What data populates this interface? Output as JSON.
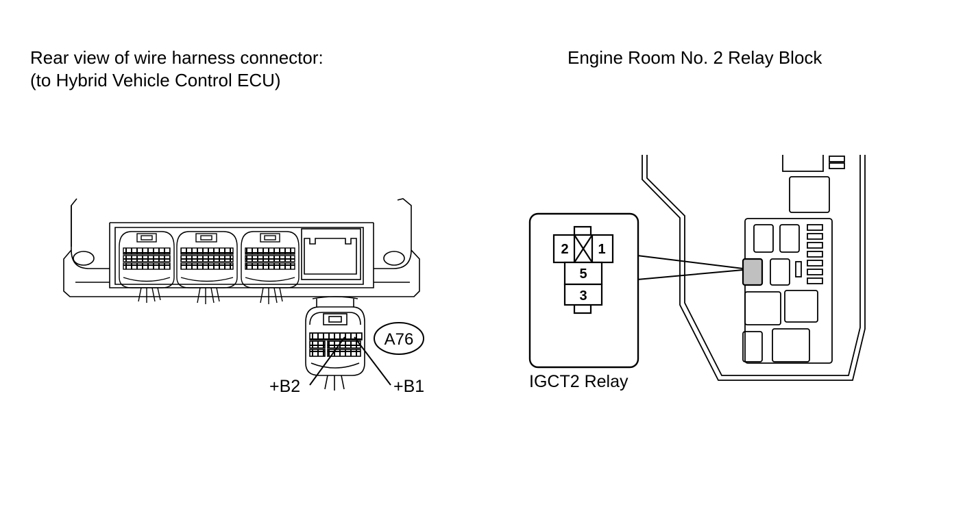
{
  "captions": {
    "left_line1": "Rear view of wire harness connector:",
    "left_line2": "(to Hybrid Vehicle Control ECU)",
    "right": "Engine Room No. 2 Relay Block"
  },
  "connector": {
    "id": "A76",
    "terminal_b2": "+B2",
    "terminal_b1": "+B1"
  },
  "relay": {
    "name": "IGCT2 Relay",
    "pins": {
      "left": "2",
      "right": "1",
      "middle": "5",
      "bottom": "3"
    }
  },
  "colors": {
    "line": "#000000",
    "highlight": "#c0c0c0",
    "background": "#ffffff"
  }
}
